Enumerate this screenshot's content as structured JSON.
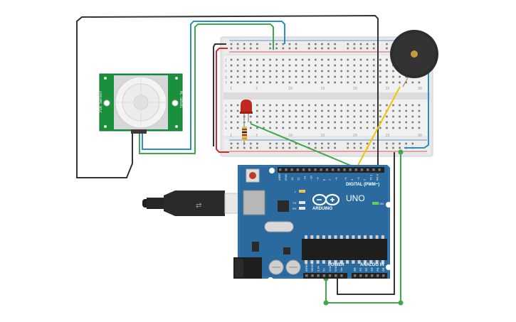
{
  "arduino": {
    "model": "UNO",
    "brand": "ARDUINO",
    "header_digital": "DIGITAL (PWM~)",
    "header_analog": "ANALOG IN",
    "header_power": "POWER",
    "led_l": "L",
    "led_tx": "TX",
    "led_rx": "RX",
    "led_on": "ON",
    "aref": "AREF",
    "gnd": "GND",
    "digital_pins": [
      "13",
      "12",
      "~11",
      "~10",
      "~9",
      "8",
      "7",
      "~6",
      "~5",
      "4",
      "~3",
      "2",
      "TX 1",
      "RX 0"
    ],
    "analog_pins": [
      "A0",
      "A1",
      "A2",
      "A3",
      "A4",
      "A5"
    ],
    "power_pins": [
      "IOREF",
      "RESET",
      "3.3V",
      "5V",
      "GND",
      "GND",
      "Vin"
    ]
  },
  "pir_sensor": {
    "label_top": "PIR Sensor",
    "label_side": "HC-SR501"
  },
  "breadboard": {
    "row_letters_top": [
      "j",
      "i",
      "h",
      "g",
      "f"
    ],
    "row_letters_bottom": [
      "e",
      "d",
      "c",
      "b",
      "a"
    ],
    "column_numbers": [
      "1",
      "5",
      "10",
      "15",
      "20",
      "25",
      "30"
    ]
  },
  "colors": {
    "board_blue": "#2b6a9e",
    "pir_green": "#1a8f3c",
    "wire_black": "#333333",
    "wire_red": "#d7262b",
    "wire_green": "#3ea84a",
    "wire_blue": "#2b8fc7",
    "wire_yellow": "#f2c400",
    "led_red": "#c0281f"
  }
}
